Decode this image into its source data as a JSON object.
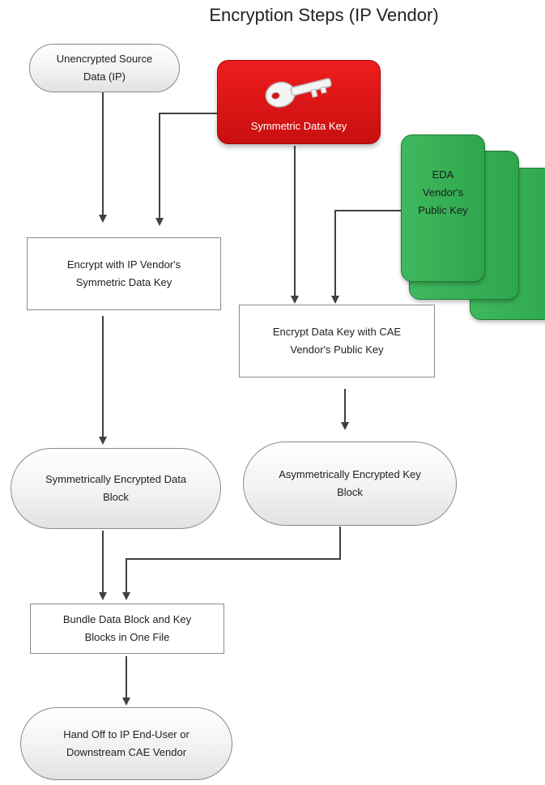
{
  "title": "Encryption Steps (IP Vendor)",
  "nodes": {
    "source": "Unencrypted Source\nData (IP)",
    "sym_key": "Symmetric Data Key",
    "eda_key": "EDA\nVendor's\nPublic Key",
    "encrypt_sym": "Encrypt with IP Vendor's\nSymmetric Data Key",
    "encrypt_key": "Encrypt Data Key with CAE\nVendor's Public Key",
    "sym_block": "Symmetrically Encrypted Data\nBlock",
    "asym_block": "Asymmetrically Encrypted Key\nBlock",
    "bundle": "Bundle Data Block and Key\nBlocks in One File",
    "handoff": "Hand Off to IP End-User or\nDownstream CAE Vendor"
  },
  "icons": {
    "key": "key-icon"
  },
  "colors": {
    "key_box": "#d41414",
    "public_key_cards": "#34ad54",
    "connector": "#404040"
  }
}
